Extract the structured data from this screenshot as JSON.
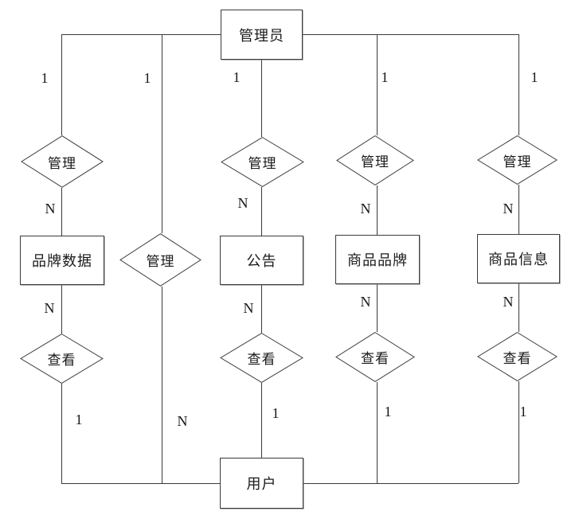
{
  "diagram": {
    "entities": {
      "admin": "管理员",
      "brand_data": "品牌数据",
      "announcement": "公告",
      "product_brand": "商品品牌",
      "product_info": "商品信息",
      "user": "用户"
    },
    "relations": {
      "manage": "管理",
      "view": "查看"
    },
    "cardinality": {
      "one": "1",
      "many": "N"
    },
    "colors": {
      "line": "#3a3a3a",
      "background": "#ffffff",
      "text": "#1a1a1a"
    }
  }
}
